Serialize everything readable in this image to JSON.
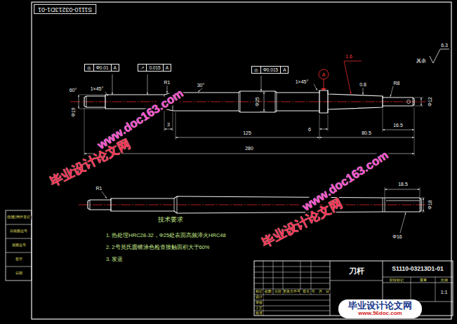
{
  "diagram": {
    "nodes": [
      {
        "text": [
          "S1110-03213D1-01"
        ]
      },
      {
        "text": [
          "◎",
          "Φ0.01",
          "A"
        ]
      },
      {
        "text": [
          "↗",
          "0.015",
          "A"
        ]
      },
      {
        "text": [
          "◎",
          "Φ0.015",
          "A"
        ]
      },
      {
        "text": [
          "刀杆"
        ]
      },
      {
        "text": [
          "S1110-03213D1-01"
        ]
      },
      {
        "text": [
          "毕业设计论文网",
          "www.56doc.com"
        ]
      }
    ],
    "labels": [
      "60°",
      "1×45°",
      "R1",
      "30°",
      "Φ25",
      "1×45°",
      "A",
      "0.8",
      "R8",
      "Φ19",
      "Φ12",
      "3",
      "6",
      "16.5",
      "125",
      "80.5",
      "280",
      "1.6",
      "6.3",
      "其余",
      "R1",
      "18.5",
      "Φ18",
      "Φ16",
      "技术要求",
      "1. 热处理HRC28-32，Φ25处表面高频淬火HRC48",
      "2. 2号莫氏圆锥涂色检查接触面积大于60%",
      "3. 发蓝",
      "www.doc163.com",
      "毕业设计论文网",
      "www.doc163.com",
      "毕业设计论文网",
      "借(通)用件登记",
      "旧底图总号",
      "底图总号",
      "签字",
      "日期",
      "标记",
      "处数",
      "分区",
      "更改文件号",
      "签名",
      "年、月、日",
      "设计",
      "审核",
      "工艺",
      "批准",
      "阶段标记",
      "重量",
      "比例",
      "1:1"
    ]
  }
}
